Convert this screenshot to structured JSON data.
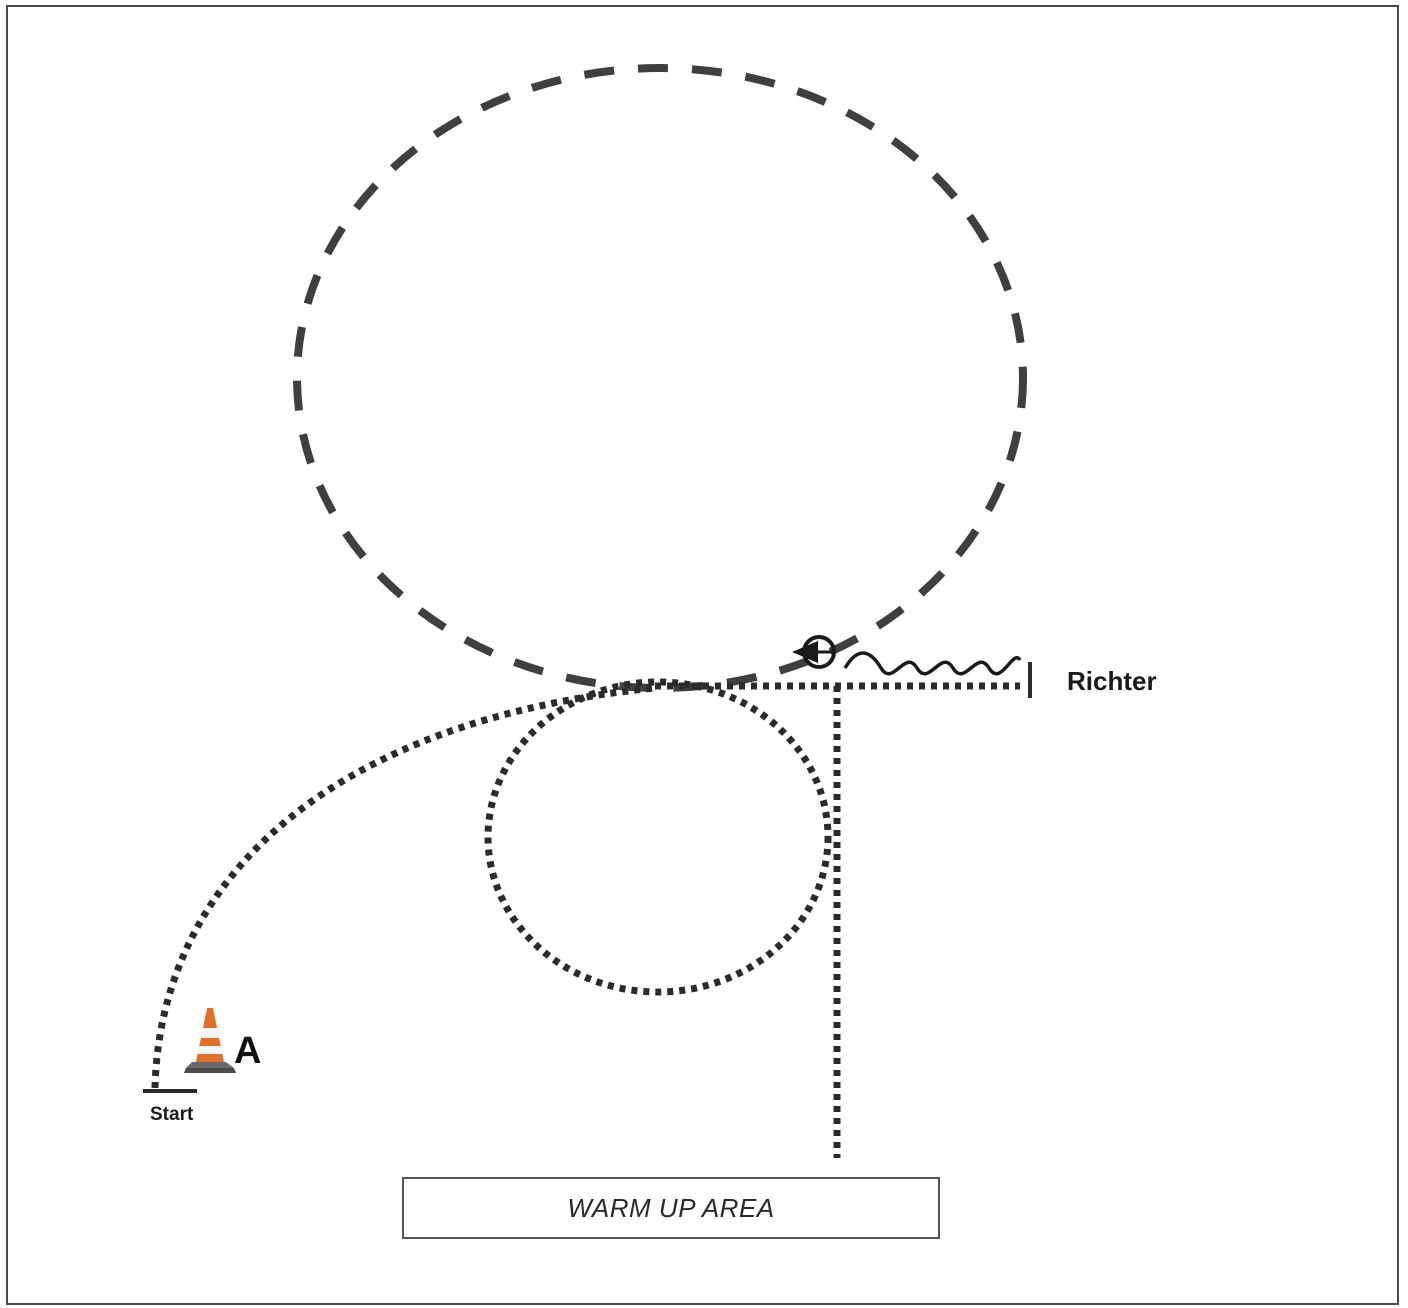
{
  "labels": {
    "judge": "Richter",
    "start": "Start",
    "marker": "A",
    "warmup": "WARM UP AREA"
  },
  "colors": {
    "dashed_path": "#3f3f3f",
    "dotted_path": "#2b2b2b",
    "cone_orange": "#e0702a",
    "cone_stripe": "#f5f5f5",
    "frame": "#4a4a4a"
  },
  "icons": {
    "cone": "traffic-cone-icon",
    "horse_direction": "arrow-circle-icon",
    "wave": "wavy-line-icon"
  }
}
